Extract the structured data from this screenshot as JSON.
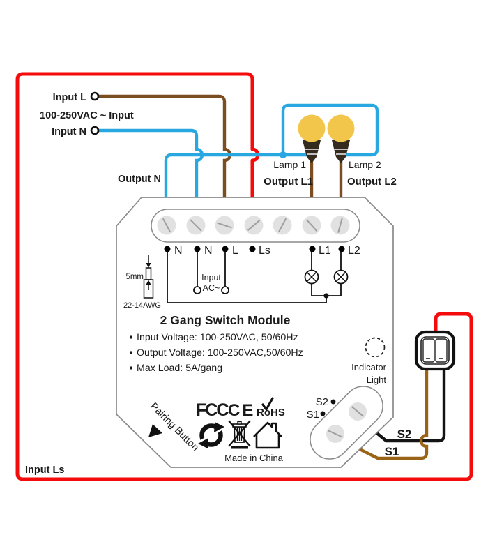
{
  "diagram": {
    "power_labels": {
      "input_l": "Input L",
      "ac_input": "100-250VAC ~ Input",
      "input_n": "Input N",
      "output_n": "Output N",
      "input_ls": "Input Ls"
    },
    "lamps": {
      "lamp1": "Lamp 1",
      "lamp2": "Lamp 2",
      "output_l1": "Output L1",
      "output_l2": "Output L2"
    },
    "switch_wires": {
      "s1": "S1",
      "s2": "S2"
    },
    "module": {
      "title": "2 Gang Switch Module",
      "terminals": [
        "N",
        "N",
        "L",
        "Ls",
        "L1",
        "L2"
      ],
      "ac_label_line1": "Input",
      "ac_label_line2": "AC~",
      "strip_length": "5mm",
      "wire_gauge": "22-14AWG",
      "specs": [
        "Input Voltage: 100-250VAC, 50/60Hz",
        "Output Voltage: 100-250VAC,50/60Hz",
        "Max Load: 5A/gang"
      ],
      "indicator_line1": "Indicator",
      "indicator_line2": "Light",
      "pairing": "Pairing Button",
      "s2": "S2",
      "s1": "S1",
      "made_in": "Made in China",
      "cert_fcc": "FCC",
      "cert_ce": "CE",
      "cert_rohs": "RoHS"
    },
    "colors": {
      "live_brown": "#7A4E21",
      "gold_brown": "#996318",
      "neutral_blue": "#29A7E0",
      "ls_red": "#F40B0B",
      "switch_black": "#141414",
      "text_brown": "#8C5A28",
      "text_gold": "#A06C1A",
      "bulb_yellow": "#F1C64B"
    }
  }
}
